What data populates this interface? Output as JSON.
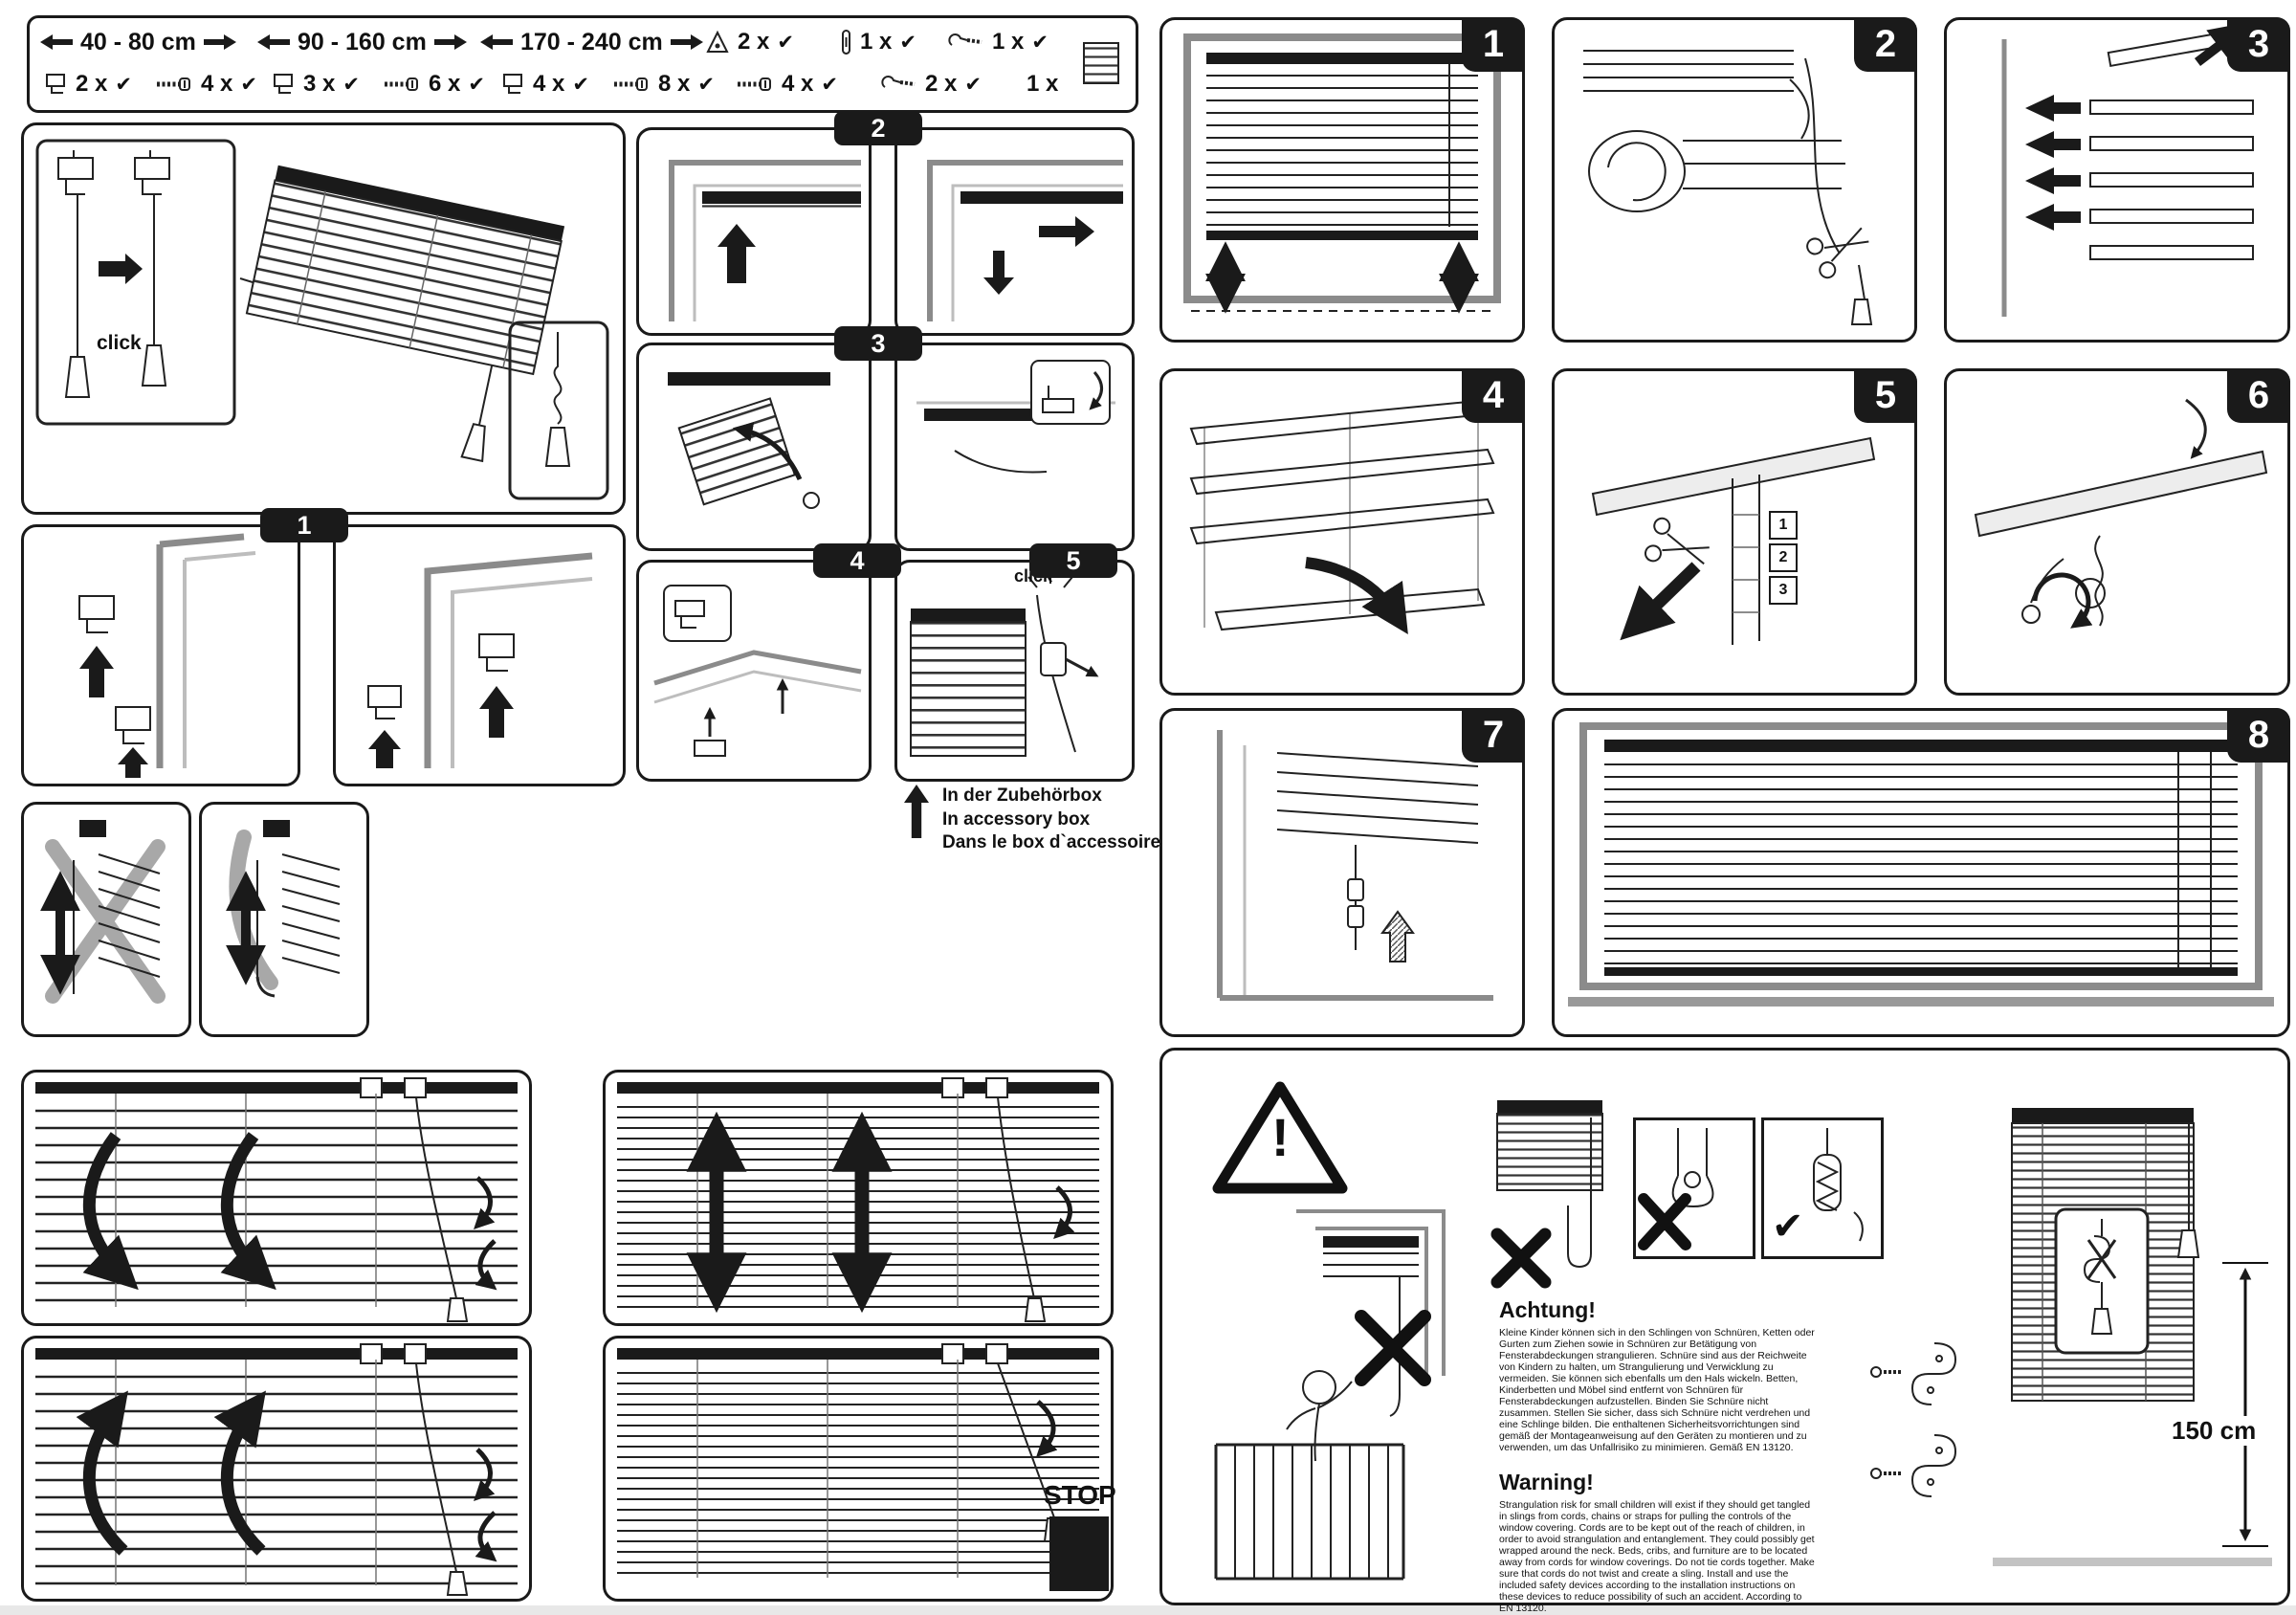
{
  "header": {
    "check": "✔",
    "size_groups": [
      {
        "range": "40 - 80 cm",
        "bracket_qty": "2 x",
        "screw_qty": "4 x"
      },
      {
        "range": "90 - 160 cm",
        "bracket_qty": "3 x",
        "screw_qty": "6 x"
      },
      {
        "range": "170 - 240 cm",
        "bracket_qty": "4 x",
        "screw_qty": "8 x"
      }
    ],
    "accessories": [
      {
        "name": "corner-bracket",
        "qty": "2 x"
      },
      {
        "name": "safety-pin",
        "qty": "1 x"
      },
      {
        "name": "cord-cleat",
        "qty": "1 x"
      },
      {
        "name": "screws",
        "qty": "4 x"
      },
      {
        "name": "cleat-screws",
        "qty": "2 x"
      },
      {
        "name": "slat-pack",
        "qty": "1 x"
      }
    ]
  },
  "left_steps": {
    "labels": [
      "1",
      "2",
      "3",
      "4",
      "5"
    ],
    "click": "click",
    "accessory_box": [
      "In der Zubehörbox",
      "In accessory box",
      "Dans le box d`accessoires"
    ]
  },
  "right_steps": {
    "labels": [
      "1",
      "2",
      "3",
      "4",
      "5",
      "6",
      "7",
      "8"
    ],
    "cut_marks": [
      "1",
      "2",
      "3"
    ]
  },
  "bottom": {
    "stop": "STOP"
  },
  "warning_panel": {
    "exclamation": "!",
    "check": "✔",
    "achtung_title": "Achtung!",
    "achtung_text": "Kleine Kinder können sich in den Schlingen von Schnüren, Ketten oder Gurten zum Ziehen sowie in Schnüren zur Betätigung von Fensterabdeckungen strangulieren. Schnüre sind aus der Reichweite von Kindern zu halten, um Strangulierung und Verwicklung zu vermeiden. Sie können sich ebenfalls um den Hals wickeln. Betten, Kinderbetten und Möbel sind entfernt von Schnüren für Fensterabdeckungen aufzustellen. Binden Sie Schnüre nicht zusammen. Stellen Sie sicher, dass sich Schnüre nicht verdrehen und eine Schlinge bilden. Die enthaltenen Sicherheitsvorrichtungen sind gemäß der Montageanweisung auf den Geräten zu montieren und zu verwenden, um das Unfallrisiko zu minimieren. Gemäß EN 13120.",
    "warning_title": "Warning!",
    "warning_text": "Strangulation risk for small children will exist if they should get tangled in slings from cords, chains or straps for pulling the controls of the window covering. Cords are to be kept out of the reach of children, in order to avoid strangulation and entanglement. They could possibly get wrapped around the neck. Beds, cribs, and furniture are to be located away from cords for window coverings. Do not tie cords together. Make sure that cords do not twist and create a sling. Install and use the included safety devices according to the installation instructions on these devices to reduce possibility of such an accident. According to EN 13120.",
    "height_label": "150 cm"
  }
}
